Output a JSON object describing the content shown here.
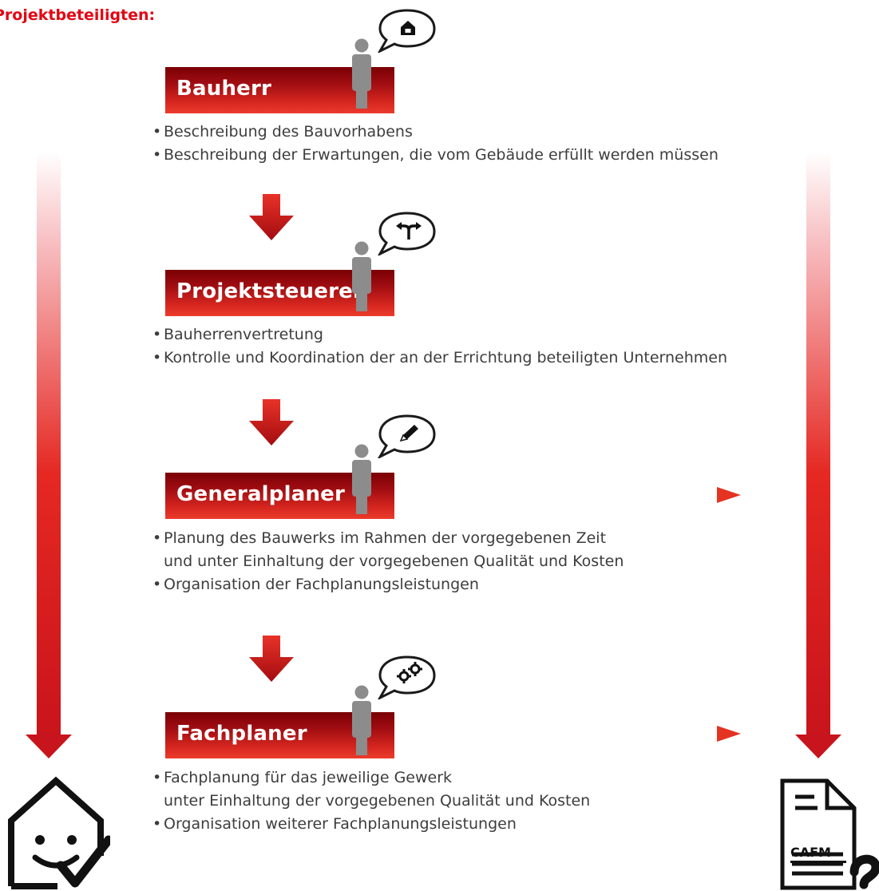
{
  "heading": "Projektbeteiligten:",
  "roles": [
    {
      "title": "Bauherr",
      "icon": "house-icon",
      "bullets": [
        [
          "Beschreibung des Bauvorhabens"
        ],
        [
          "Beschreibung der Erwartungen, die vom Gebäude erfüllt werden müssen"
        ]
      ]
    },
    {
      "title": "Projektsteuerer",
      "icon": "direction-arrows-icon",
      "bullets": [
        [
          "Bauherrenvertretung"
        ],
        [
          "Kontrolle und Koordination der an der Errichtung beteiligten Unternehmen"
        ]
      ]
    },
    {
      "title": "Generalplaner",
      "icon": "pencil-icon",
      "bullets": [
        [
          "Planung des Bauwerks im Rahmen der vorgegebenen Zeit",
          "und unter Einhaltung der vorgegebenen Qualität und Kosten"
        ],
        [
          "Organisation der Fachplanungsleistungen"
        ]
      ]
    },
    {
      "title": "Fachplaner",
      "icon": "gears-icon",
      "bullets": [
        [
          "Fachplanung für das jeweilige Gewerk",
          "unter Einhaltung der vorgegebenen Qualität und Kosten"
        ],
        [
          "Organisation weiterer Fachplanungsleistungen"
        ]
      ]
    }
  ],
  "document_label": "CAFM",
  "colors": {
    "accent": "#e30613",
    "banner_dark": "#7a0004",
    "banner_light": "#ec3b2c",
    "person": "#8c8c8c",
    "text": "#3d3d3d"
  }
}
